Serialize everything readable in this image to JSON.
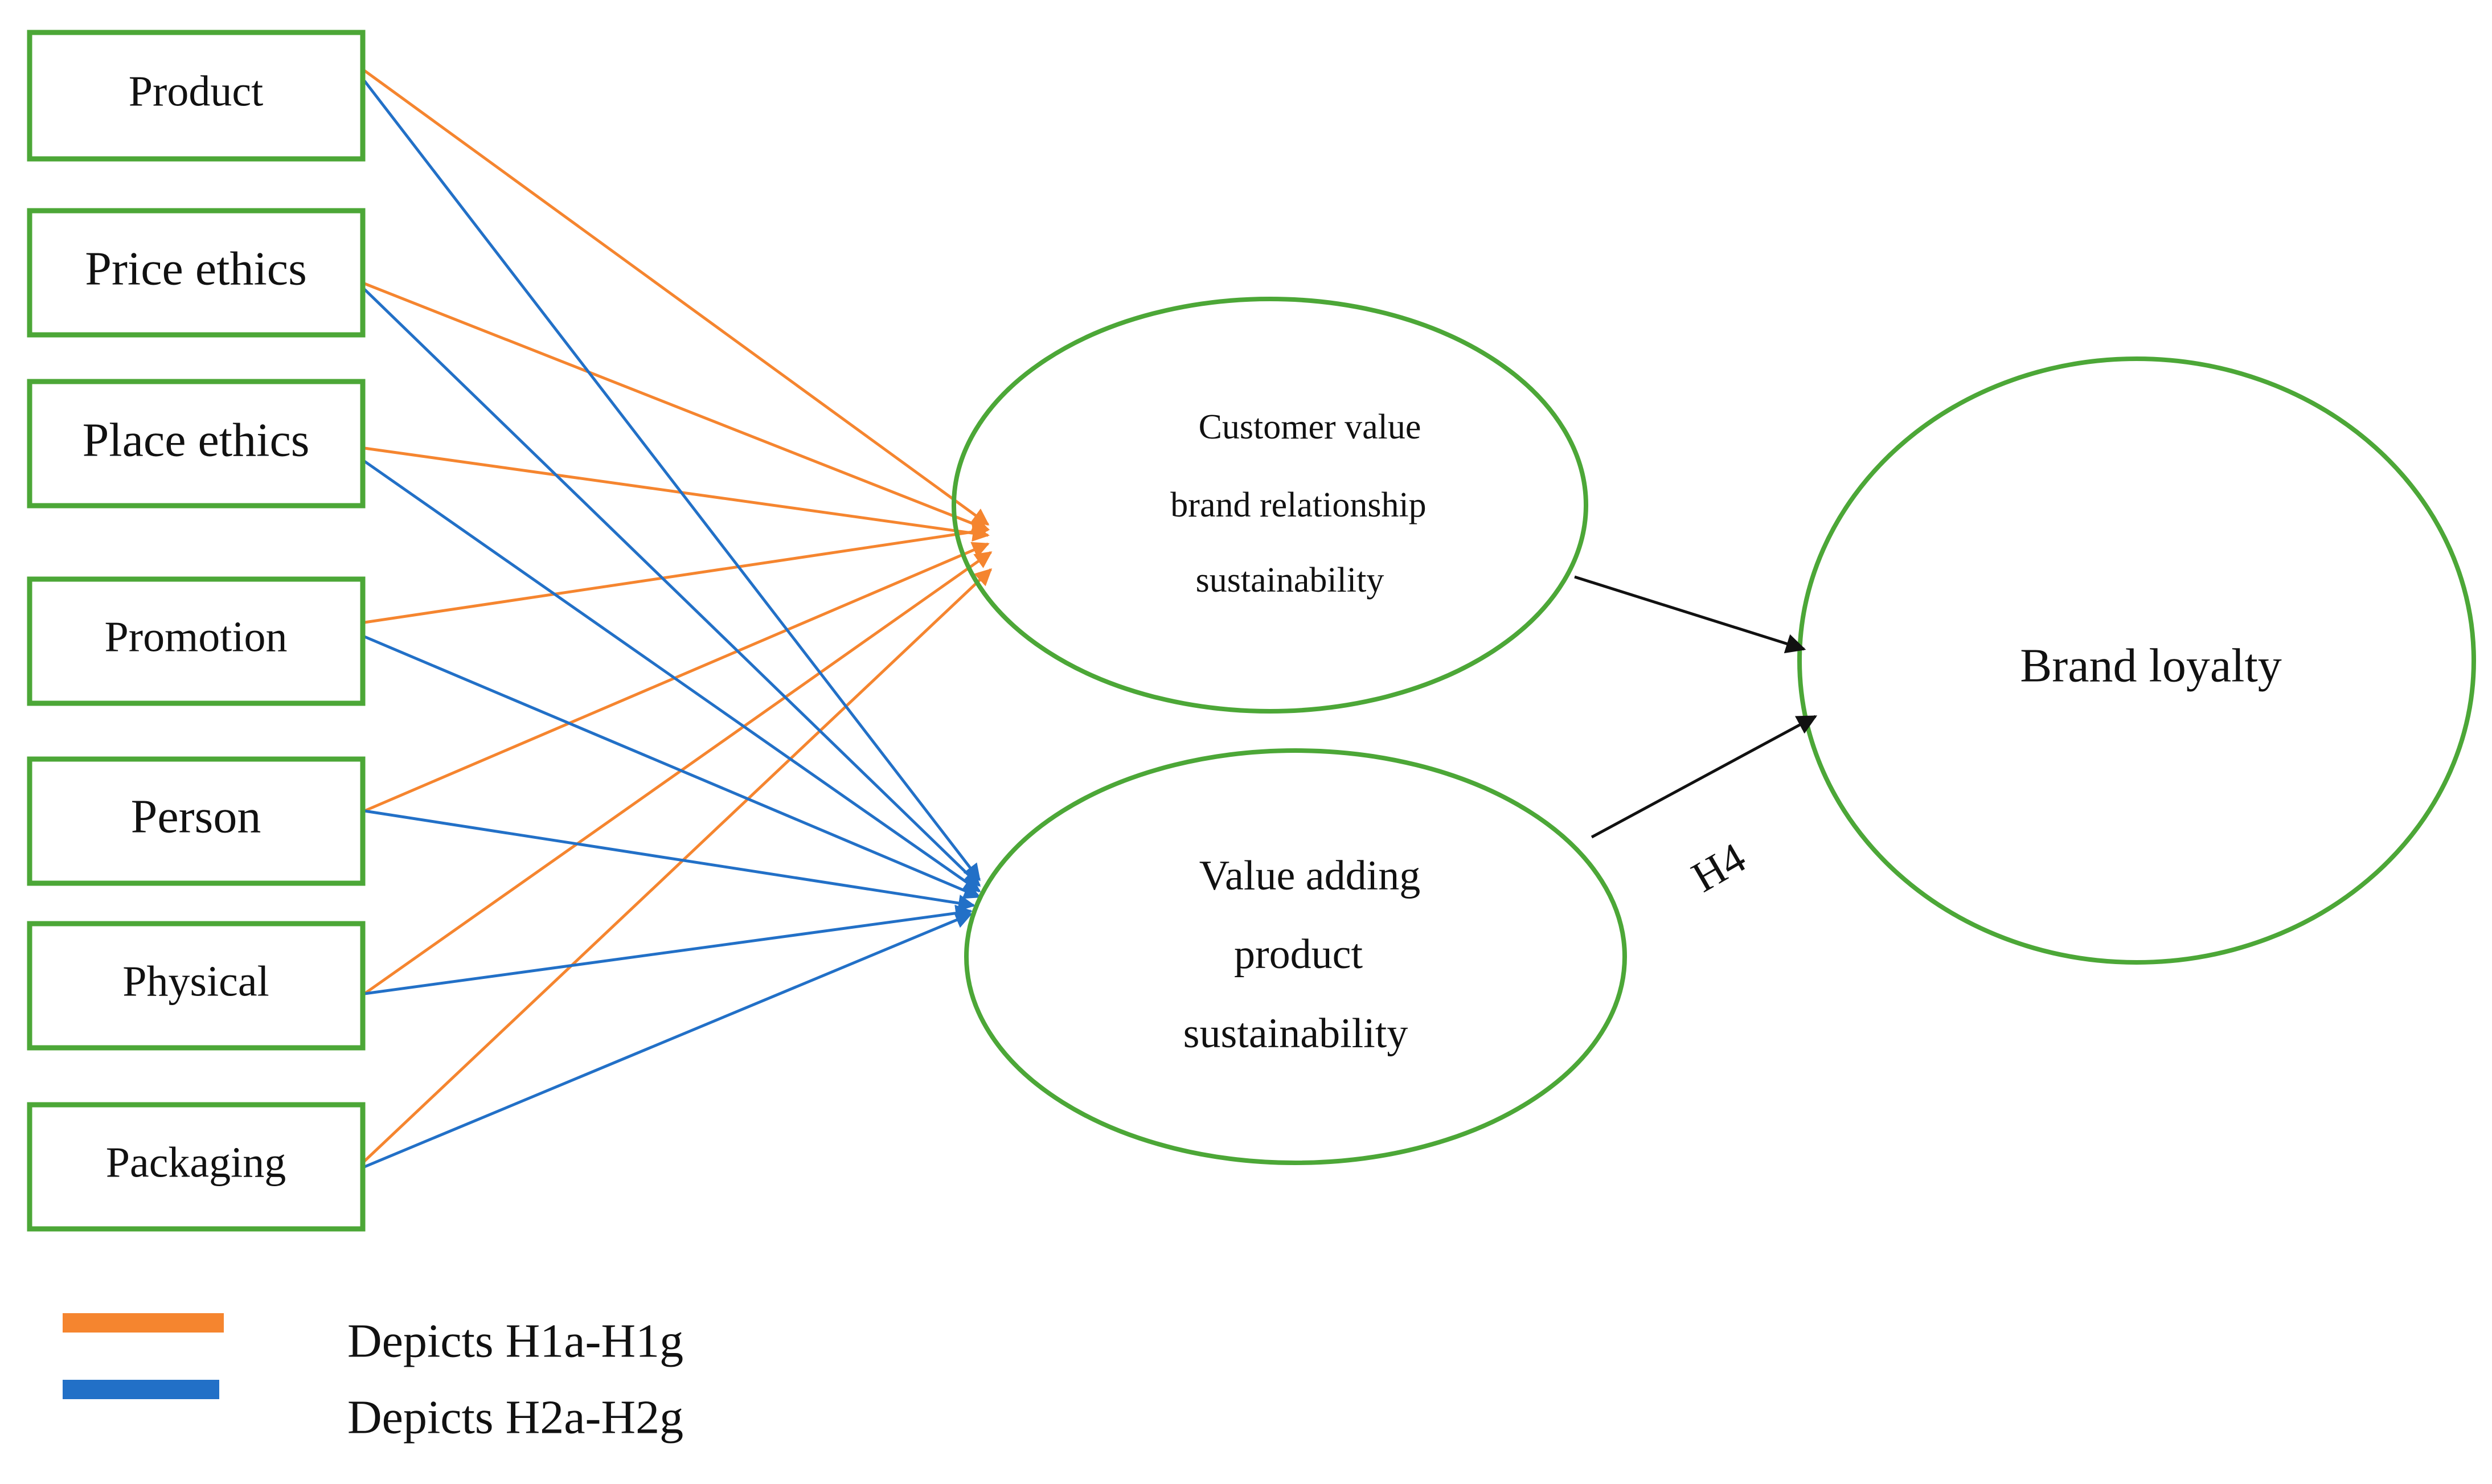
{
  "colors": {
    "box_border": "#4ca737",
    "ellipse_border": "#4ca737",
    "h1_arrow": "#f5852f",
    "h2_arrow": "#2270c7",
    "h3_arrow": "#111111",
    "background": "#ffffff"
  },
  "sources": [
    {
      "id": "product",
      "label": "Product"
    },
    {
      "id": "price-ethics",
      "label": "Price ethics"
    },
    {
      "id": "place-ethics",
      "label": "Place ethics"
    },
    {
      "id": "promotion",
      "label": "Promotion"
    },
    {
      "id": "person",
      "label": "Person"
    },
    {
      "id": "physical",
      "label": "Physical"
    },
    {
      "id": "packaging",
      "label": "Packaging"
    }
  ],
  "mediators": {
    "customer_value": {
      "lines": [
        "Customer value",
        "brand relationship",
        "sustainability"
      ]
    },
    "value_adding": {
      "lines": [
        "Value adding",
        "product",
        "sustainability"
      ]
    }
  },
  "outcome": {
    "label": "Brand loyalty"
  },
  "path_label": "H4",
  "legend": [
    {
      "color_key": "h1_arrow",
      "label": "Depicts H1a-H1g"
    },
    {
      "color_key": "h2_arrow",
      "label": "Depicts H2a-H2g"
    }
  ]
}
